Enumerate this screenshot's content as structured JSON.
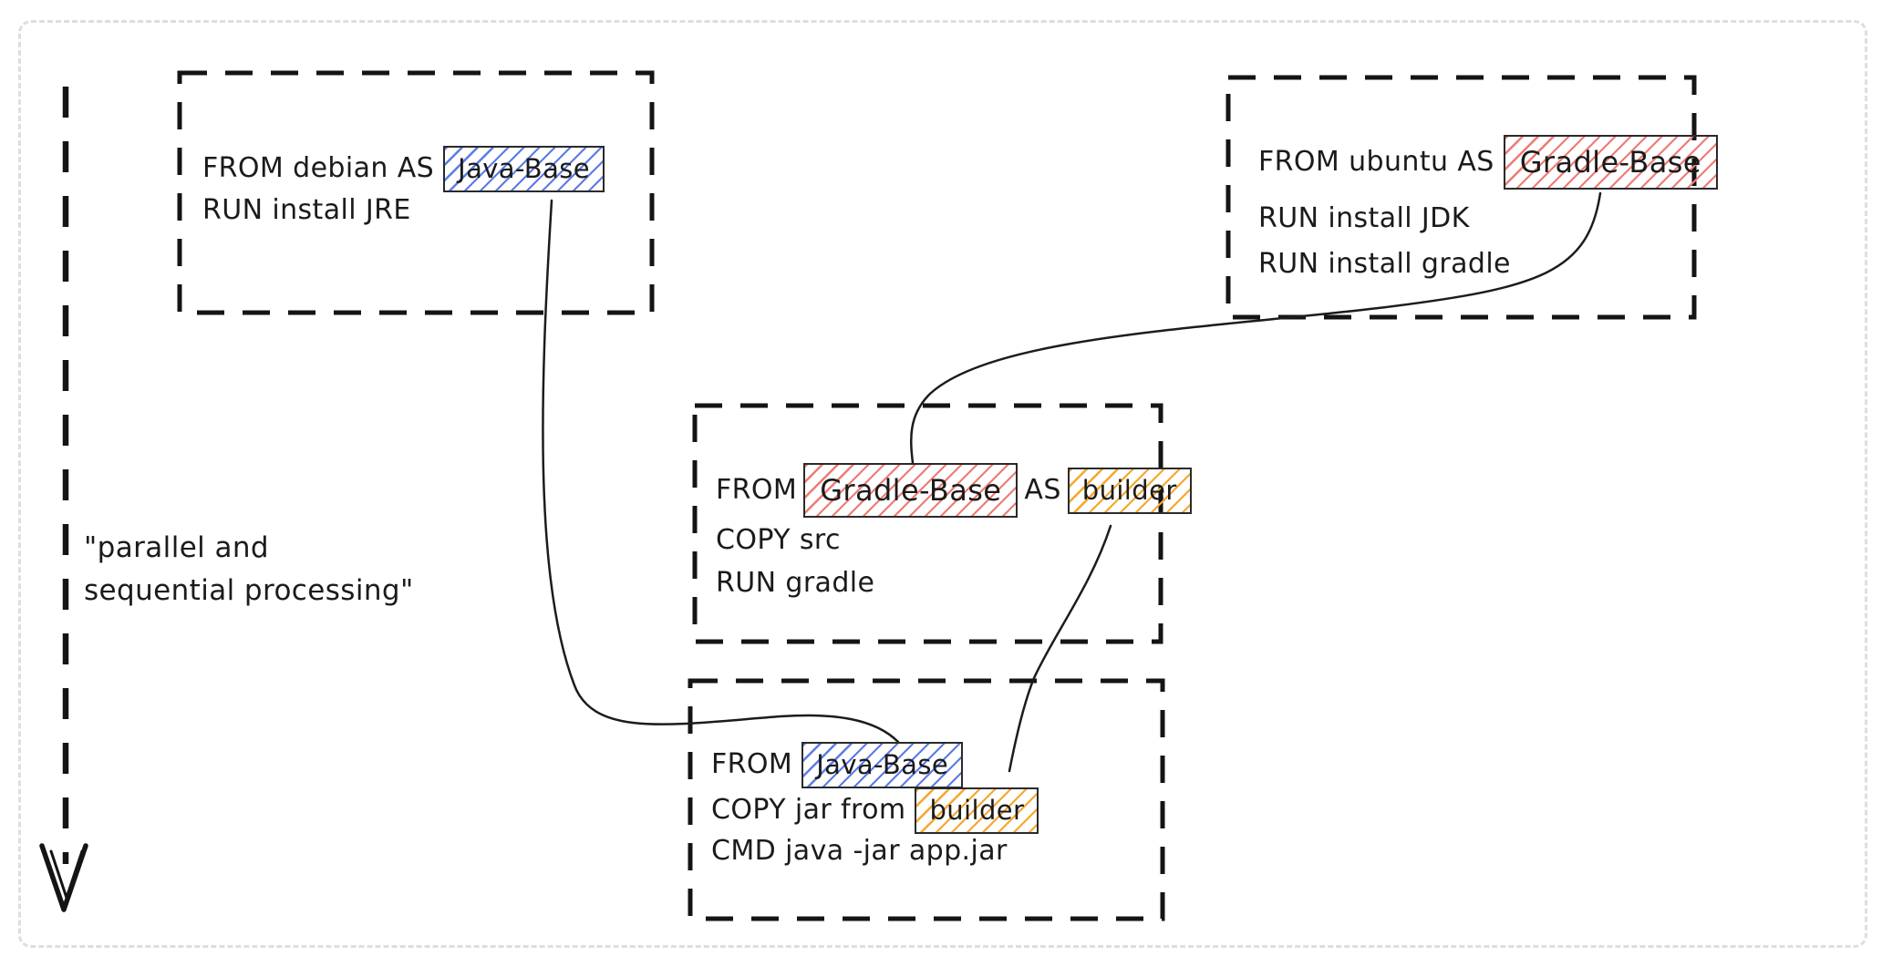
{
  "colors": {
    "ink": "#1b1b1b",
    "border_dash": "#141414",
    "page_border": "#dedede",
    "blue_hatch": "#5b7ce6",
    "red_hatch": "#ee7b74",
    "yellow_hatch": "#f6a72b"
  },
  "annotation": {
    "line1": "\"parallel and",
    "line2": "sequential processing\""
  },
  "stages": {
    "java_base": {
      "from_line": "FROM debian AS",
      "stage_name": "Java-Base",
      "run1": "RUN install JRE"
    },
    "gradle_base": {
      "from_line": "FROM ubuntu AS",
      "stage_name": "Gradle-Base",
      "run1": "RUN install JDK",
      "run2": "RUN install gradle"
    },
    "builder": {
      "from_kw": "FROM",
      "base_ref": "Gradle-Base",
      "as_kw": "AS",
      "stage_name": "builder",
      "line2": "COPY src",
      "line3": "RUN gradle"
    },
    "final": {
      "from_kw": "FROM",
      "base_ref": "Java-Base",
      "copy_prefix": "COPY jar from",
      "copy_ref": "builder",
      "cmd_line": "CMD java -jar app.jar"
    }
  }
}
